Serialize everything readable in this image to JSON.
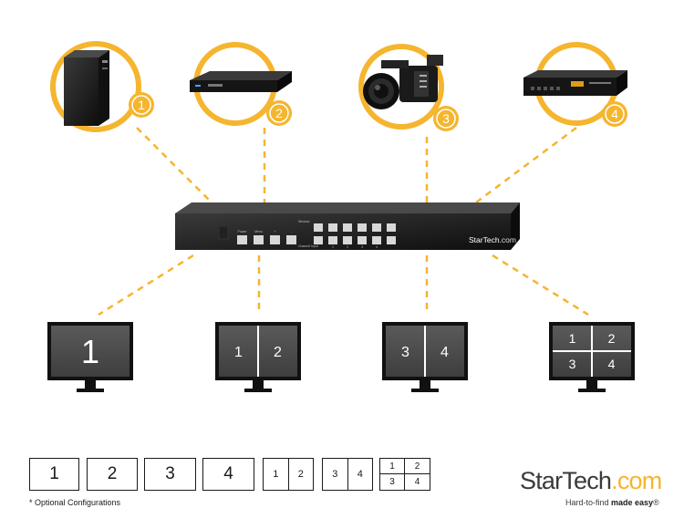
{
  "sources": [
    {
      "number": "1",
      "icon": "desktop-computer"
    },
    {
      "number": "2",
      "icon": "blu-ray-player"
    },
    {
      "number": "3",
      "icon": "video-camera"
    },
    {
      "number": "4",
      "icon": "set-top-box"
    }
  ],
  "switcher": {
    "brand": "StarTech",
    "brand_suffix": ".com",
    "front_buttons": [
      "Power",
      "Menu",
      "+",
      "-"
    ],
    "row_label_top": "Window",
    "row_label_bottom": "Channel Input",
    "input_numbers": [
      "1",
      "2",
      "3",
      "4"
    ]
  },
  "monitors": [
    {
      "layout": "single",
      "labels": [
        "1"
      ]
    },
    {
      "layout": "split",
      "labels": [
        "1",
        "2"
      ]
    },
    {
      "layout": "split",
      "labels": [
        "3",
        "4"
      ]
    },
    {
      "layout": "quad",
      "labels": [
        "1",
        "2",
        "3",
        "4"
      ]
    }
  ],
  "configs": [
    {
      "layout": "single",
      "labels": [
        "1"
      ]
    },
    {
      "layout": "single",
      "labels": [
        "2"
      ]
    },
    {
      "layout": "single",
      "labels": [
        "3"
      ]
    },
    {
      "layout": "single",
      "labels": [
        "4"
      ]
    },
    {
      "layout": "split",
      "labels": [
        "1",
        "2"
      ]
    },
    {
      "layout": "split",
      "labels": [
        "3",
        "4"
      ]
    },
    {
      "layout": "quad",
      "labels": [
        "1",
        "2",
        "3",
        "4"
      ]
    }
  ],
  "footnote": "* Optional Configurations",
  "logo": {
    "name": "StarTech",
    "suffix": ".com",
    "tagline_prefix": "Hard-to-find ",
    "tagline_bold": "made easy",
    "tagline_mark": "®"
  },
  "colors": {
    "accent": "#f5b52e",
    "device": "#1c1c1c",
    "screen": "#4a4a4a",
    "text_dark": "#1a1a1a"
  }
}
